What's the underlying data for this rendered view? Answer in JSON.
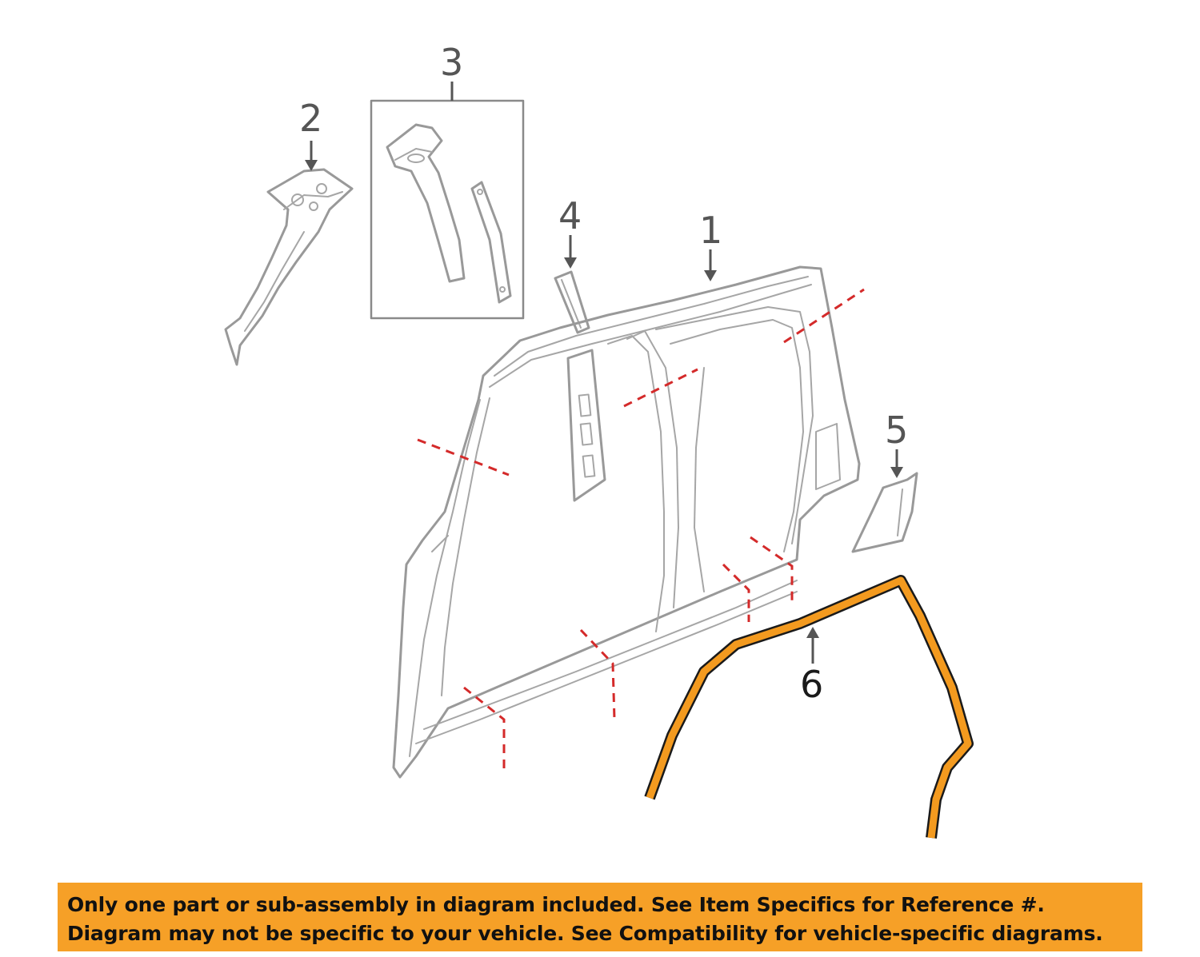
{
  "callouts": {
    "c1": "1",
    "c2": "2",
    "c3": "3",
    "c4": "4",
    "c5": "5",
    "c6": "6"
  },
  "banner": {
    "line1": "Only one part or sub-assembly in diagram included. See Item Specifics for Reference #.",
    "line2": "Diagram may not be specific to your vehicle. See Compatibility for vehicle-specific diagrams."
  },
  "colors": {
    "highlight": "#f39a1f",
    "highlight_outline": "#1a1a1a",
    "cut_lines": "#d42a2a",
    "part_lines": "#999999",
    "banner_bg": "#f6a027"
  }
}
